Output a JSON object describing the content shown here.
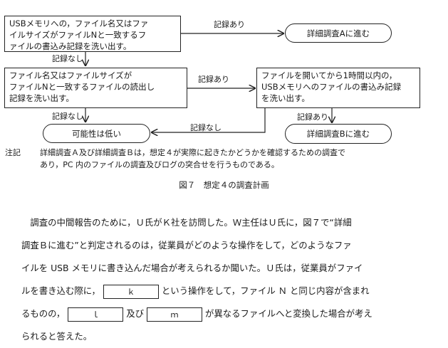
{
  "flow": {
    "box1": "USBメモリへの，ファイル名又はファ\nイルサイズがファイルNと一致するフ\nァイルの書込み記録を洗い出す。",
    "box2": "ファイル名又はファイルサイズが\nファイルNと一致するファイルの読出し\n記録を洗い出す。",
    "box3": "ファイルを開いてから1時間以内の，\nUSBメモリへのファイルの書込み記録\nを洗い出す。",
    "out_a": "詳細調査Aに進む",
    "out_b": "詳細調査Bに進む",
    "out_low": "可能性は低い",
    "label_yes": "記録あり",
    "label_no": "記録なし"
  },
  "note": {
    "head": "注記",
    "line1": "詳細調査Ａ及び詳細調査Ｂは，想定４が実際に起きたかどうかを確認するための調査で",
    "line2": "あり，PC 内のファイルの調査及びログの突合せを行うものである。"
  },
  "caption": "図７　想定４の調査計画",
  "paragraph": {
    "l1": "調査の中間報告のために，Ｕ氏がＫ社を訪問した。Ｗ主任はＵ氏に，図７で“詳細",
    "l2": "調査Ｂに進む”と判定されるのは，従業員がどのような操作をして，どのようなファ",
    "l3": "イルを USB メモリに書き込んだ場合が考えられるか聞いた。Ｕ氏は，従業員がファイ",
    "l4a": "ルを書き込む際に，",
    "blank_k": "ｋ",
    "l4b": "という操作をして，ファイル Ｎ と同じ内容が含まれ",
    "l5a": "るものの，",
    "blank_l": "ｌ",
    "l5b": "及び",
    "blank_m": "ｍ",
    "l5c": "が異なるファイルへと変換した場合が考え",
    "l6": "られると答えた。"
  }
}
